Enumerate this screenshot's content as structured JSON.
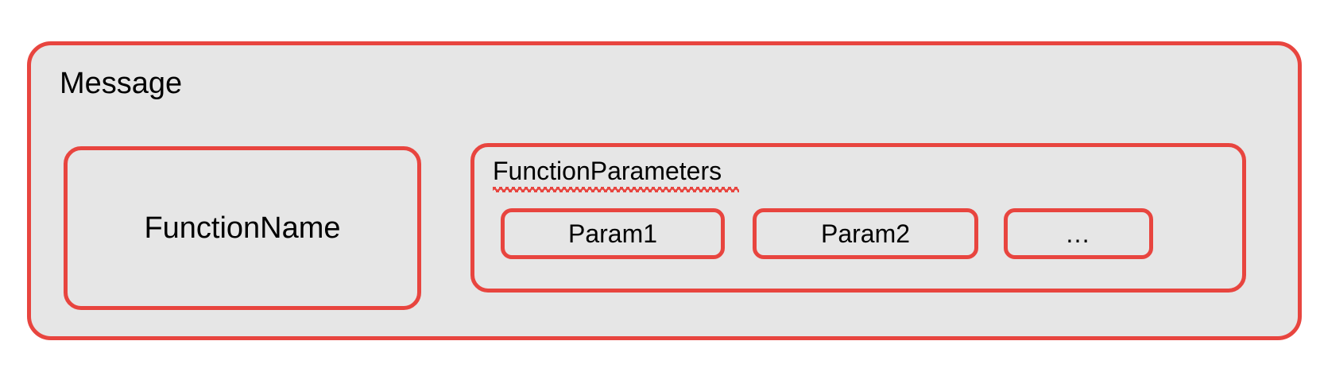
{
  "diagram": {
    "title": "Message",
    "outer_box": {
      "label": "Message"
    },
    "function_name_box": {
      "label": "FunctionName"
    },
    "function_parameters_box": {
      "label": "FunctionParameters",
      "spellcheck_underline": true,
      "params": [
        {
          "label": "Param1"
        },
        {
          "label": "Param2"
        },
        {
          "label": "…"
        }
      ]
    }
  },
  "colors": {
    "border_red": "#E8453F",
    "fill_gray": "#E6E6E6",
    "text_black": "#000000",
    "page_background": "#FFFFFF",
    "spellcheck_red": "#E8453F"
  }
}
